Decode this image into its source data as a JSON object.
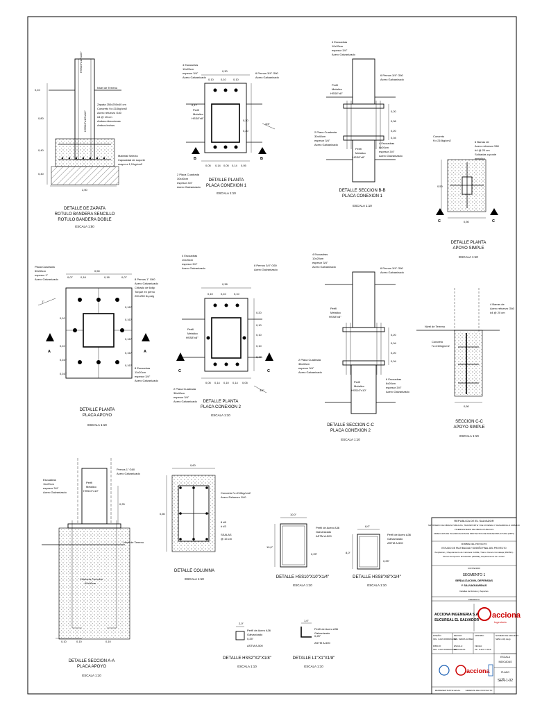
{
  "details": {
    "zapata": {
      "labels": [
        "Nivel de Terreno",
        "Zapata 250x250x40 cm",
        "Concreto f'c=210kg/cm2",
        "Acero refuerzo G40",
        "#4 @ 15 cm",
        "Ambas direcciones",
        "Ambos lechos",
        "Material Selecto",
        "Capacidad de soporte",
        "mayor a 1,5 kg/cm2"
      ],
      "dims": [
        "0,10",
        "0,80",
        "0,40",
        "0,40",
        "2,50"
      ],
      "post_label": "HSS10\"x10\"x1/4\"",
      "title": [
        "DETALLE DE ZAPATA",
        "ROTULO BANDERA SENCILLO",
        "ROTULO BANDERA DOBLE"
      ],
      "scale": "ESCALA 1:50"
    },
    "conexion1": {
      "labels": [
        "4 Escuadras",
        "10x20cm",
        "espesor 3/4\"",
        "Acero Galvanizado",
        "6 Pernos 3/4\" G60",
        "Acero Galvanizado",
        "Perfil",
        "Metalico",
        "HSS8\"x8\"",
        "2 Placa Cuadrada",
        "30x40cm",
        "espesor 3/4\"",
        "Acero Galvanizado"
      ],
      "dims": [
        "0,30",
        "0,10",
        "0,10",
        "0,10",
        "0,17",
        "0,20",
        "0,20",
        "0,05",
        "0,14",
        "0,05",
        "0,14",
        "0,05"
      ],
      "section_letter": "B",
      "cut_note": "3/4\"",
      "title": [
        "DETALLE PLANTA",
        "PLACA CONEXION 1"
      ],
      "scale": "ESCALA 1:10"
    },
    "seccionBB": {
      "labels": [
        "4 Escuadras",
        "10x20cm",
        "espesor 3/4\"",
        "Acero Galvanizado",
        "6 Pernos 3/4\" G60",
        "Acero Galvanizado",
        "Perfil",
        "Metalico",
        "HSS8\"x8\"",
        "2 Placa Cuadrada",
        "30x40cm",
        "espesor 3/4\"",
        "Acero Galvanizado",
        "4 Escuadras",
        "6x20cm",
        "espesor 3/4\"",
        "Acero Galvanizado",
        "Perfil",
        "Metalico",
        "HSS8\"x8\""
      ],
      "dims": [
        "0,20",
        "0,06",
        "0,20",
        "0,04"
      ],
      "title": [
        "DETALLE SECCION B-B",
        "PLACA CONEXION 1"
      ],
      "scale": "ESCALA 1:10"
    },
    "apoyoSimple": {
      "labels": [
        "Concreto",
        "f'c=210kg/cm2",
        "6 Barras de",
        "Acero refuerzo G60",
        "#4 @ 20 cm",
        "Soldadas a poste",
        "metalico"
      ],
      "dims": [
        "0,50",
        "0,50"
      ],
      "section_letter": "C",
      "title": [
        "DETALLE PLANTA",
        "APOYO SIMPLE"
      ],
      "scale": "ESCALA 1:10"
    },
    "placaApoyo": {
      "labels": [
        "Placa Cuadrada",
        "50x50cm",
        "espesor 1\"",
        "Acero Galvanizado",
        "8 Pernos 1\" G60",
        "Acero Galvanizado",
        "Cribado de 6x6p",
        "Torque en perno",
        "200-250 lb-pulg",
        "8 Escuadras",
        "11x20cm",
        "espesor 3/4\"",
        "Acero Galvanizado"
      ],
      "dims": [
        "0,50",
        "0,07",
        "0,18",
        "0,18",
        "0,07",
        "0,167",
        "0,167",
        "0,167",
        "0,167",
        "0,10",
        "0,10",
        "0,167",
        "0,167",
        "0,167"
      ],
      "section_letter": "A",
      "cut_note": "1\"",
      "title": [
        "DETALLE PLANTA",
        "PLACA APOYO"
      ],
      "scale": "ESCALA 1:10"
    },
    "conexion2": {
      "labels": [
        "4 Escuadras",
        "10x20cm",
        "espesor 3/4\"",
        "Acero Galvanizado",
        "8 Pernos 3/4\" G60",
        "Acero Galvanizado",
        "Perfil",
        "Metalico",
        "HSS8\"x8\"",
        "2 Placa Cuadrada",
        "38x40cm",
        "espesor 3/4\"",
        "Acero Galvanizado"
      ],
      "dims": [
        "0,38",
        "0,10",
        "0,10",
        "0,10",
        "0,20",
        "0,10",
        "0,10",
        "0,10",
        "0,47",
        "0,05",
        "0,14",
        "0,10",
        "0,14",
        "0,05"
      ],
      "section_letter": "C",
      "cut_note": "3/4\"",
      "title": [
        "DETALLE PLANTA",
        "PLACA CONEXION 2"
      ],
      "scale": "ESCALA 1:10"
    },
    "seccionCC2": {
      "labels": [
        "4 Escuadras",
        "10x20cm",
        "espesor 3/4\"",
        "Acero Galvanizado",
        "6 Pernos 3/4\" G60",
        "Acero Galvanizado",
        "Perfil",
        "Metalico",
        "HSS8\"x8\"",
        "2 Placa Cuadrada",
        "38x40cm",
        "espesor 3/4\"",
        "Acero Galvanizado",
        "Perfil",
        "Metalico",
        "HSS10\"x10\"",
        "6 Escuadras",
        "8x20cm",
        "espesor 3/4\"",
        "Acero Galvanizado"
      ],
      "dims": [
        "0,20",
        "0,04",
        "0,20",
        "0,04"
      ],
      "title": [
        "DETALLE SECCION C-C",
        "PLACA CONEXION 2"
      ],
      "scale": "ESCALA 1:10"
    },
    "seccionCCsimple": {
      "labels": [
        "4 Barras de",
        "Acero refuerzo G60",
        "#4 @ 20 cm",
        "Nivel de Terreno",
        "Concreto",
        "f'c=210kg/cm2"
      ],
      "dims": [
        "0,50"
      ],
      "title": [
        "SECCION C-C",
        "APOYO SIMPLE"
      ],
      "scale": "ESCALA 1:10"
    },
    "seccionAA": {
      "labels": [
        "Pernos 1\" G60",
        "Acero Galvanizado",
        "Escuadras",
        "11x20cm",
        "espesor 3/4\"",
        "Acero Galvanizado",
        "Perfil",
        "Metalico",
        "HSS10\"x10\"",
        "Nivel de Terreno",
        "Columna Concreto",
        "60x60cm"
      ],
      "dims": [
        "0,25",
        "0,10",
        "0,10",
        "0,10"
      ],
      "title": [
        "DETALLE SECCION A-A",
        "PLACA APOYO"
      ],
      "scale": "ESCALA 1:10"
    },
    "columna": {
      "labels": [
        "Concreto f'c=210kg/cm2",
        "Acero Refuerzo G40",
        "8 #8",
        "# #3",
        "SEALAS",
        "@ 15 cm"
      ],
      "dims": [
        "0,60",
        "0,60"
      ],
      "title": [
        "DETALLE COLUMNA"
      ],
      "scale": "ESCALA 1:10"
    },
    "hss10": {
      "labels": [
        "Perfil de Acero A36",
        "Galvanizado",
        "ASTM A-500"
      ],
      "dims": [
        "10,0\"",
        "10,0\"",
        "0,25\""
      ],
      "title": [
        "DETALLE HSS10\"X10\"X1/4\""
      ],
      "scale": "ESCALA 1:10"
    },
    "hss8": {
      "labels": [
        "Perfil de Acero A36",
        "Galvanizado",
        "ASTM A-500"
      ],
      "dims": [
        "8,0\"",
        "8,0\"",
        "0,25\""
      ],
      "title": [
        "DETALLE HSS8\"X8\"X1/4\""
      ],
      "scale": "ESCALA 1:10"
    },
    "hss2": {
      "labels": [
        "Perfil de Acero A36",
        "Galvanizado",
        "ASTM A-500"
      ],
      "dims": [
        "2,0\"",
        "0,25\""
      ],
      "title": [
        "DETALLE HSS2\"X2\"X1/8\""
      ],
      "scale": "ESCALA 1:10"
    },
    "l1": {
      "labels": [
        "Perfil de Acero A36",
        "Galvanizado",
        "ASTM A-500"
      ],
      "dims": [
        "1,0\"",
        "0,25\""
      ],
      "title": [
        "DETALLE L1\"X1\"X1/8\""
      ],
      "scale": "ESCALA 1:10"
    }
  },
  "title_block": {
    "header": [
      "REPUBLICA DE EL SALVADOR",
      "MINISTERIO DE OBRAS PUBLICAS, TRANSPORTE Y DE VIVIENDA Y DESARROLLO URBANO",
      "VICEMINISTERIO DE OBRAS PUBLICAS",
      "DIRECCION DE PLANIFICACION DE PROYECTOS DE INFRAESTRUCTURA (DPPI)"
    ],
    "project_label": "NOMBRE DEL PROYECTO",
    "project": [
      "ESTUDIO DE FACTIBILIDAD Y DISEÑO FINAL DEL PROYECTO",
      "\"Ampliacion y Mejoramiento de Carretera CA02E, Tramo: Desvio Comalapa (RN05N) -",
      "Desvio Aeropuerto El Salvador (RN05E), Departamento de La Paz\""
    ],
    "content_label": "CONTENIDO",
    "content": [
      "SEGMENTO 1",
      "SEÑALIZACION, DEFENSAS",
      "Y SALVAGUARDAS"
    ],
    "content_sub": "Detalles de Rotulos y Soportes",
    "company_label": "PRESENTA",
    "company": [
      "ACCIONA INGENIERIA S.A.",
      "SUCURSAL EL SALVADOR"
    ],
    "logo_text": "acciona",
    "logo_sub": "Ingenieria",
    "row1": [
      {
        "label": "DISEÑO:",
        "value": "ING. JUAN RODRIGUEZ"
      },
      {
        "label": "REVISO:",
        "value": "ING. MARIA GOMEZ"
      },
      {
        "label": "APROBO:",
        "value": ""
      },
      {
        "label": "NUMERO DE ARCHIVO:",
        "value": "SEÑ-1-02(.dwg)"
      }
    ],
    "row2": [
      {
        "label": "DIBUJO:",
        "value": "ING. JUAN RODRIGUEZ"
      },
      {
        "label": "ESCALA:",
        "value": "INDICADAS"
      },
      {
        "label": "FECHA:",
        "value": "01 / JULIO / 2016"
      },
      {
        "label": "",
        "value": ""
      }
    ],
    "scale_label": "ESCALA",
    "scale_value": "INDICADAS",
    "plane_label": "PLANO",
    "plane_value": "SEÑ-1-02",
    "sign_left": "REPRESENTANTE LEGAL",
    "sign_right": "GERENTE DEL PROYECTO"
  }
}
